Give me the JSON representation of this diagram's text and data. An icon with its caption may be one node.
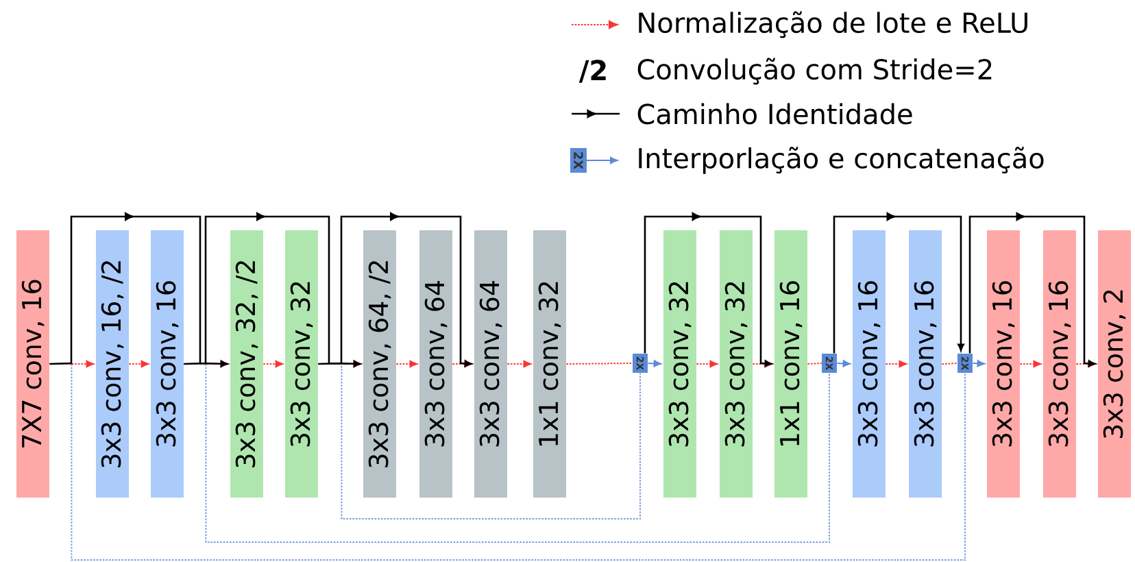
{
  "diagram": {
    "nodes": [
      {
        "text": [
          "7X7 conv, 16"
        ]
      },
      {
        "text": [
          "3x3 conv, 16, /2"
        ]
      },
      {
        "text": [
          "3x3 conv, 16"
        ]
      },
      {
        "text": [
          "3x3 conv, 32, /2"
        ]
      },
      {
        "text": [
          "3x3 conv, 32"
        ]
      },
      {
        "text": [
          "3x3 conv, 64, /2"
        ]
      },
      {
        "text": [
          "3x3 conv, 64"
        ]
      },
      {
        "text": [
          "3x3 conv, 64"
        ]
      },
      {
        "text": [
          "1x1 conv, 32"
        ]
      },
      {
        "text": [
          "2X"
        ]
      },
      {
        "text": [
          "3x3 conv, 32"
        ]
      },
      {
        "text": [
          "3x3 conv, 32"
        ]
      },
      {
        "text": [
          "1x1 conv, 16"
        ]
      },
      {
        "text": [
          "2X"
        ]
      },
      {
        "text": [
          "3x3 conv, 16"
        ]
      },
      {
        "text": [
          "3x3 conv, 16"
        ]
      },
      {
        "text": [
          "2X"
        ]
      },
      {
        "text": [
          "3x3 conv, 16"
        ]
      },
      {
        "text": [
          "3x3 conv, 16"
        ]
      },
      {
        "text": [
          "3x3 conv, 2"
        ]
      }
    ],
    "edges": [
      {
        "from": 0,
        "to": 1,
        "arrow": "to",
        "style": "dashed"
      },
      {
        "from": 1,
        "to": 2,
        "arrow": "to",
        "style": "dashed"
      },
      {
        "from": 2,
        "to": 3,
        "arrow": "to",
        "style": "dashed"
      },
      {
        "from": 3,
        "to": 4,
        "arrow": "to",
        "style": "dashed"
      },
      {
        "from": 4,
        "to": 5,
        "arrow": "to",
        "style": "dashed"
      },
      {
        "from": 5,
        "to": 6,
        "arrow": "to",
        "style": "dashed"
      },
      {
        "from": 6,
        "to": 7,
        "arrow": "to",
        "style": "dashed"
      },
      {
        "from": 7,
        "to": 8,
        "arrow": "to",
        "style": "dashed"
      },
      {
        "from": 8,
        "to": 9,
        "arrow": "none",
        "style": "dashed"
      },
      {
        "from": 9,
        "to": 10,
        "arrow": "to",
        "color": "#5b8bd6"
      },
      {
        "from": 10,
        "to": 11,
        "arrow": "to",
        "style": "dashed"
      },
      {
        "from": 11,
        "to": 12,
        "arrow": "to",
        "style": "dashed"
      },
      {
        "from": 12,
        "to": 13,
        "arrow": "none",
        "style": "dashed"
      },
      {
        "from": 13,
        "to": 14,
        "arrow": "to",
        "color": "#5b8bd6"
      },
      {
        "from": 14,
        "to": 15,
        "arrow": "to",
        "style": "dashed"
      },
      {
        "from": 15,
        "to": 16,
        "arrow": "none",
        "style": "dashed"
      },
      {
        "from": 16,
        "to": 17,
        "arrow": "to",
        "color": "#5b8bd6"
      },
      {
        "from": 17,
        "to": 18,
        "arrow": "to",
        "style": "dashed"
      },
      {
        "from": 18,
        "to": 19,
        "arrow": "to",
        "style": "dashed"
      },
      {
        "from": 0,
        "to": 3,
        "arrow": "to",
        "color": "#000000"
      },
      {
        "from": 2,
        "to": 5,
        "arrow": "to",
        "color": "#000000"
      },
      {
        "from": 4,
        "to": 7,
        "arrow": "to",
        "color": "#000000"
      },
      {
        "from": 9,
        "to": 12,
        "arrow": "to",
        "color": "#000000"
      },
      {
        "from": 13,
        "to": 16,
        "arrow": "to",
        "color": "#000000"
      },
      {
        "from": 16,
        "to": 19,
        "arrow": "to",
        "color": "#000000"
      },
      {
        "from": 0,
        "to": 16,
        "arrow": "none",
        "style": "dashed",
        "color": "#7a9be0"
      },
      {
        "from": 2,
        "to": 13,
        "arrow": "none",
        "style": "dashed",
        "color": "#7a9be0"
      },
      {
        "from": 4,
        "to": 9,
        "arrow": "none",
        "style": "dashed",
        "color": "#7a9be0"
      }
    ],
    "labels": [
      "/2",
      "2X"
    ],
    "legend": [
      {
        "text": "Normalização de lote e ReLU"
      },
      {
        "text": "Convolução com Stride=2"
      },
      {
        "text": "Caminho Identidade"
      },
      {
        "text": "Interporlação e concatenação"
      }
    ]
  }
}
